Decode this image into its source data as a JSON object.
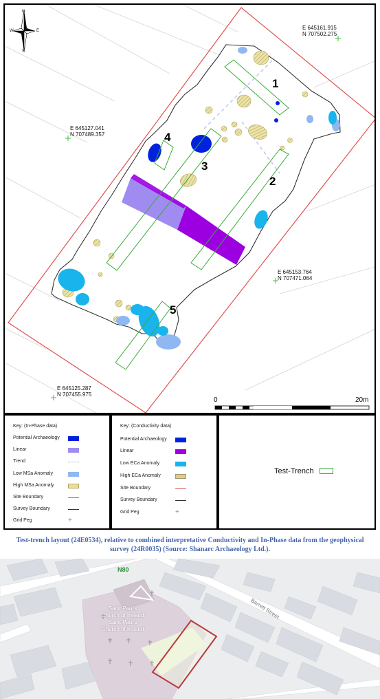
{
  "map": {
    "north_arrow": {
      "n": "N",
      "s": "S",
      "e": "E",
      "w": "W"
    },
    "coordinates": [
      {
        "e": "E 645161.915",
        "n": "N 707502.275"
      },
      {
        "e": "E 645127.041",
        "n": "N 707489.357"
      },
      {
        "e": "E 645153.764",
        "n": "N 707471.064"
      },
      {
        "e": "E 645125.287",
        "n": "N 707455.975"
      }
    ],
    "trench_numbers": [
      "1",
      "2",
      "3",
      "4",
      "5"
    ],
    "scale": {
      "start": "0",
      "end": "20m"
    },
    "colors": {
      "site_boundary": "#e05050",
      "survey_boundary": "#333333",
      "test_trench": "#3aaa3a",
      "potential_archaeology": "#0022dd",
      "linear_conductivity": "#9d00e0",
      "linear_inphase": "#a08cf0",
      "low_eca": "#19b4ec",
      "low_msa": "#8fb8f2",
      "high_anomaly": "#e8df9a",
      "grid_peg": "#44bb44"
    }
  },
  "legend_inphase": {
    "title": "Key: (In-Phase data)",
    "items": [
      {
        "label": "Potential Archaeology",
        "symbol": "solid-blue"
      },
      {
        "label": "Linear",
        "symbol": "lilac"
      },
      {
        "label": "Trend",
        "symbol": "dashed-line"
      },
      {
        "label": "Low MSa Anomaly",
        "symbol": "light-blue"
      },
      {
        "label": "High MSa Anomaly",
        "symbol": "olive-hatch"
      },
      {
        "label": "Site Boundary",
        "symbol": "red-line"
      },
      {
        "label": "Survey Boundary",
        "symbol": "black-line"
      },
      {
        "label": "Grid Peg",
        "symbol": "green-cross"
      }
    ]
  },
  "legend_conductivity": {
    "title": "Key: (Conductivity data)",
    "items": [
      {
        "label": "Potential Archaeology",
        "symbol": "solid-blue"
      },
      {
        "label": "Linear",
        "symbol": "purple"
      },
      {
        "label": "Low ECa Anomaly",
        "symbol": "cyan"
      },
      {
        "label": "High ECa Anomaly",
        "symbol": "tan-hatch"
      },
      {
        "label": "Site Boundary",
        "symbol": "red-line"
      },
      {
        "label": "Survey Boundary",
        "symbol": "black-line"
      },
      {
        "label": "Grid Peg",
        "symbol": "green-cross"
      }
    ]
  },
  "legend_trench": {
    "label": "Test-Trench",
    "symbol": "green-rectangle"
  },
  "caption": "Test-trench layout (24E0534), relative to combined interpretative Conductivity and In-Phase data from the geophysical survey (24R0035) (Source: Shanarc Archaeology Ltd.).",
  "street_map": {
    "road": "N80",
    "street": "Barrett Street",
    "church_line1": "Saint Paul's",
    "church_line2": "Church of Ireland",
    "church_line3": "Saint Paul's",
    "church_line4": "Church of Ireland"
  }
}
